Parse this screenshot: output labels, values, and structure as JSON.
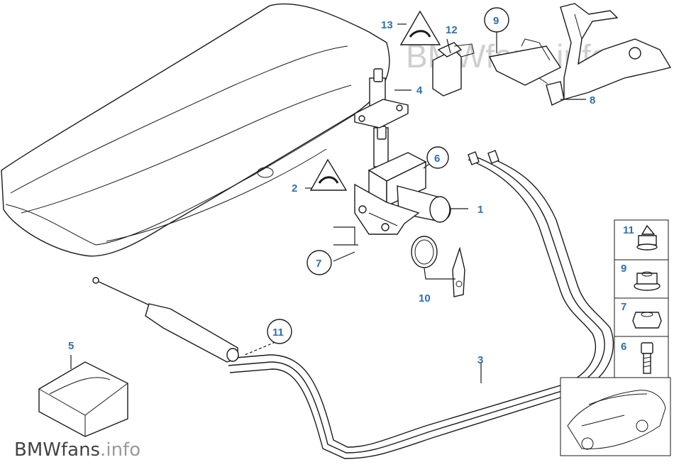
{
  "diagram": {
    "watermark": {
      "brand": "BMWfans",
      "suffix": ".info"
    },
    "callouts": {
      "c1": "1",
      "c2": "2",
      "c3": "3",
      "c4": "4",
      "c5": "5",
      "c6": "6",
      "c7": "7",
      "c8": "8",
      "c9": "9",
      "c10": "10",
      "c11": "11",
      "c12": "12",
      "c13": "13"
    },
    "hardware_panel": {
      "items": [
        {
          "label": "11"
        },
        {
          "label": "9"
        },
        {
          "label": "7"
        },
        {
          "label": "6"
        }
      ]
    },
    "colors": {
      "callout": "#2f6fb0",
      "line": "#1a1a1a"
    }
  }
}
